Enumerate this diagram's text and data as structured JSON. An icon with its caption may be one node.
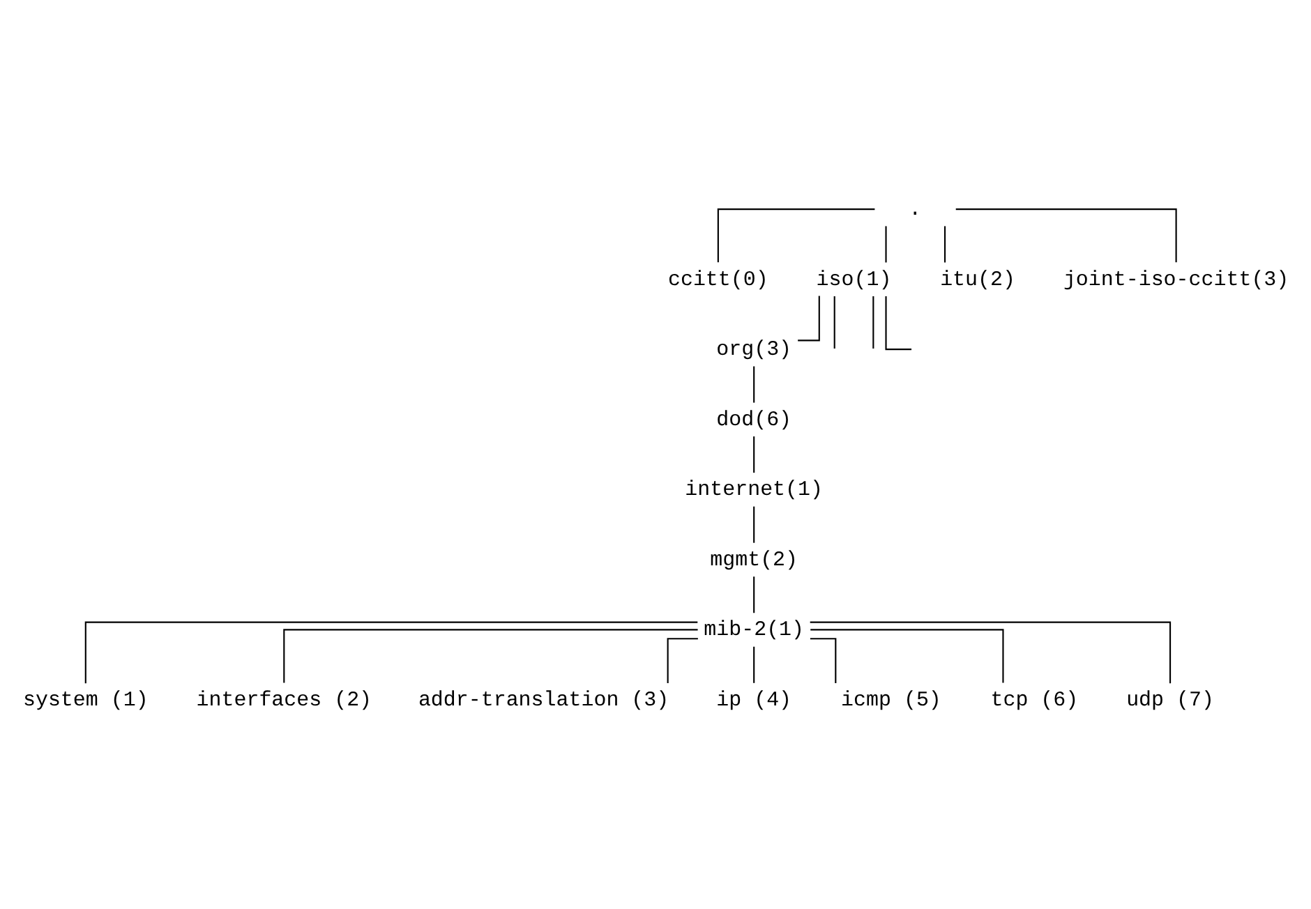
{
  "diagram": {
    "nodes": [
      {
        "text": [
          "."
        ]
      },
      {
        "text": [
          "ccitt(0)"
        ]
      },
      {
        "text": [
          "iso(1)"
        ]
      },
      {
        "text": [
          "itu(2)"
        ]
      },
      {
        "text": [
          "joint-iso-ccitt(3)"
        ]
      },
      {
        "text": [
          "org(3)"
        ]
      },
      {
        "text": [
          "dod(6)"
        ]
      },
      {
        "text": [
          "internet(1)"
        ]
      },
      {
        "text": [
          "mgmt(2)"
        ]
      },
      {
        "text": [
          "mib-2(1)"
        ]
      },
      {
        "text": [
          "system (1)"
        ]
      },
      {
        "text": [
          "interfaces (2)"
        ]
      },
      {
        "text": [
          "addr-translation (3)"
        ]
      },
      {
        "text": [
          "ip (4)"
        ]
      },
      {
        "text": [
          "icmp (5)"
        ]
      },
      {
        "text": [
          "tcp (6)"
        ]
      },
      {
        "text": [
          "udp (7)"
        ]
      }
    ],
    "edges": [
      {
        "from": 0,
        "to": 1,
        "arrow": "none"
      },
      {
        "from": 0,
        "to": 2,
        "arrow": "none"
      },
      {
        "from": 0,
        "to": 3,
        "arrow": "none"
      },
      {
        "from": 0,
        "to": 4,
        "arrow": "none"
      },
      {
        "from": 2,
        "to": null,
        "arrow": "none"
      },
      {
        "from": 2,
        "to": null,
        "arrow": "none"
      },
      {
        "from": 2,
        "to": null,
        "arrow": "none"
      },
      {
        "from": 2,
        "to": 5,
        "arrow": "none"
      },
      {
        "from": 5,
        "to": 6,
        "arrow": "none"
      },
      {
        "from": 6,
        "to": 7,
        "arrow": "none"
      },
      {
        "from": 7,
        "to": 8,
        "arrow": "none"
      },
      {
        "from": 8,
        "to": 9,
        "arrow": "none"
      },
      {
        "from": 9,
        "to": 10,
        "arrow": "none"
      },
      {
        "from": 9,
        "to": 11,
        "arrow": "none"
      },
      {
        "from": 9,
        "to": 12,
        "arrow": "none"
      },
      {
        "from": 9,
        "to": 13,
        "arrow": "none"
      },
      {
        "from": 9,
        "to": 14,
        "arrow": "none"
      },
      {
        "from": 9,
        "to": 15,
        "arrow": "none"
      },
      {
        "from": 9,
        "to": 16,
        "arrow": "none"
      }
    ]
  }
}
